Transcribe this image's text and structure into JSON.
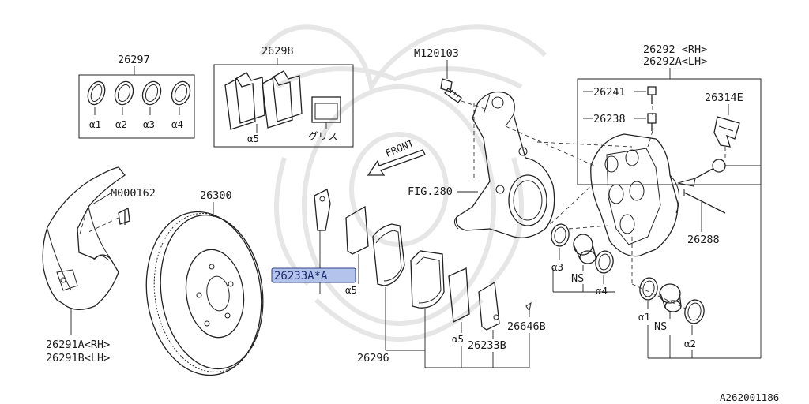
{
  "labels": {
    "p26297": "26297",
    "p26298": "26298",
    "a1": "α1",
    "a2": "α2",
    "a3": "α3",
    "a4": "α4",
    "a5_box": "α5",
    "grease": "グリス",
    "m120103": "M120103",
    "front": "FRONT",
    "fig280": "FIG.280",
    "m000162": "M000162",
    "p26300": "26300",
    "p26291a": "26291A<RH>",
    "p26291b": "26291B<LH>",
    "p26233a": "26233A*A",
    "a5_left": "α5",
    "p26296": "26296",
    "a5_right": "α5",
    "p26233b": "26233B",
    "p26646b": "26646B",
    "p26292": "26292 <RH>",
    "p26292a": "26292A<LH>",
    "p26241": "26241",
    "p26238": "26238",
    "p26314e": "26314E",
    "p26288": "26288",
    "a3_right": "α3",
    "ns_upper": "NS",
    "a4_right": "α4",
    "a1_right": "α1",
    "ns_lower": "NS",
    "a2_right": "α2",
    "diagram_id": "A262001186"
  },
  "colors": {
    "line": "#222222",
    "highlight_fill": "#b3c3ec",
    "highlight_text": "#1b2a6b",
    "watermark": "#e6e6e6"
  }
}
